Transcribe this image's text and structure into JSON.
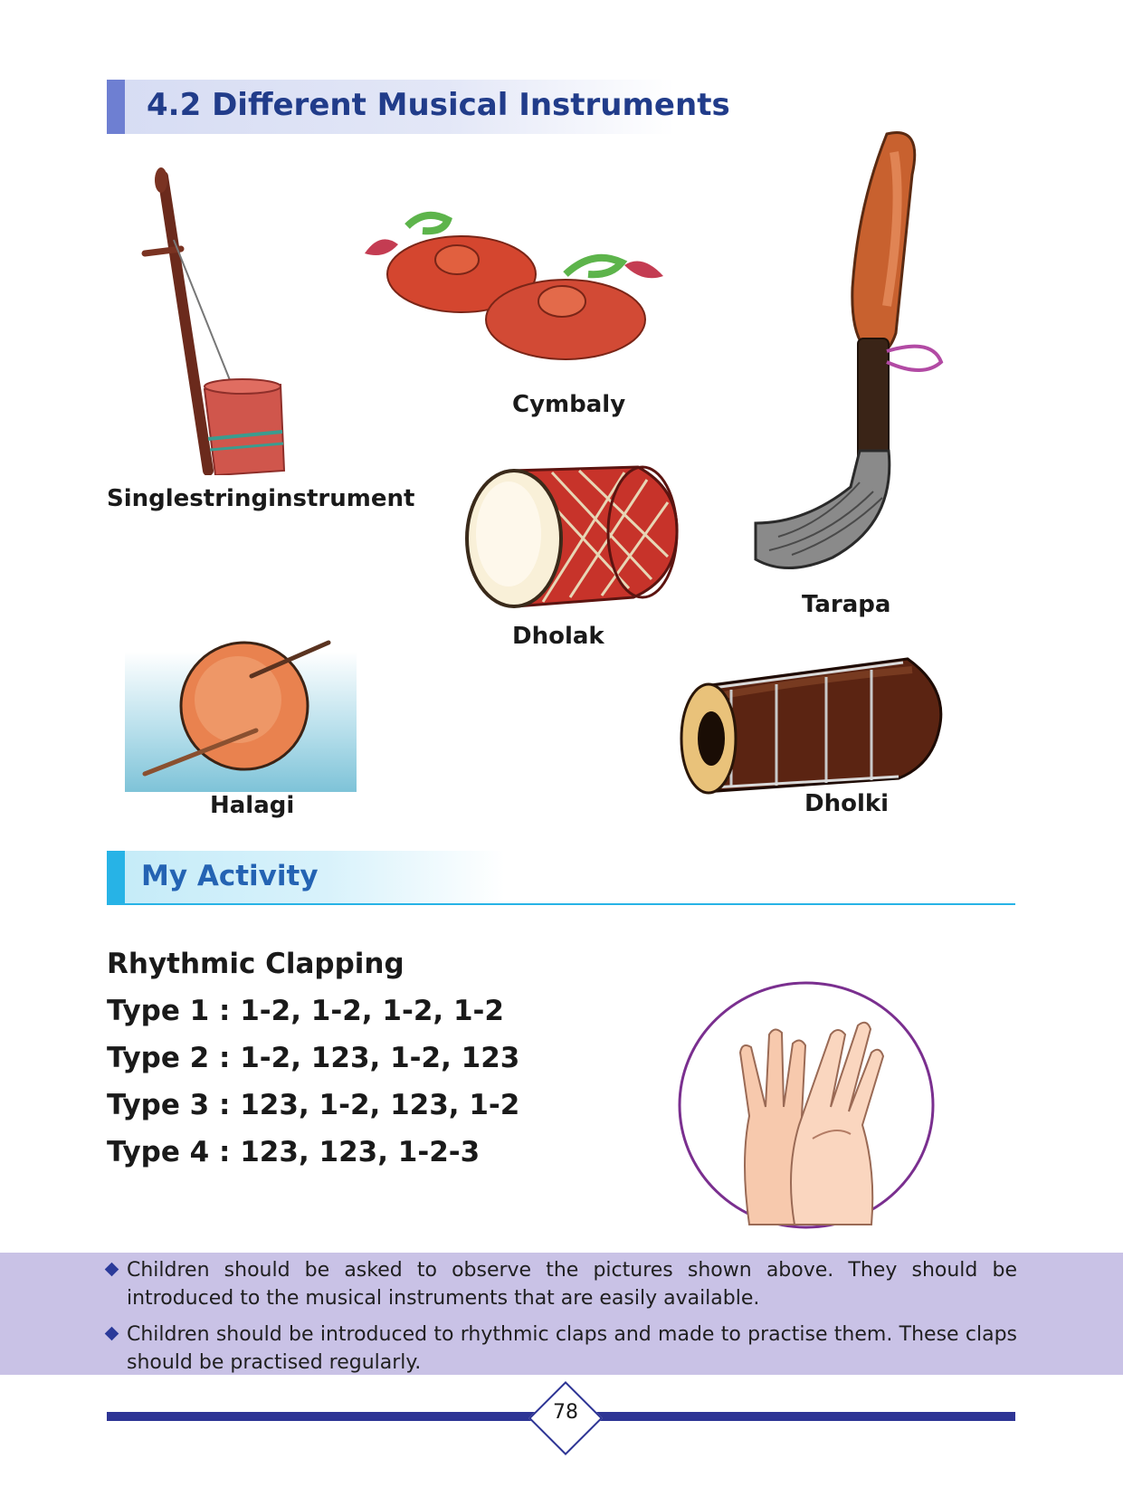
{
  "section": {
    "title": "4.2 Different Musical Instruments"
  },
  "instruments": {
    "single_string": "Singlestringinstrument",
    "cymbaly": "Cymbaly",
    "tarapa": "Tarapa",
    "dholak": "Dholak",
    "halagi": "Halagi",
    "dholki": "Dholki"
  },
  "activity": {
    "heading": "My Activity",
    "title": "Rhythmic Clapping",
    "types": [
      "Type 1 : 1-2, 1-2, 1-2, 1-2",
      "Type 2 : 1-2, 123, 1-2, 123",
      "Type 3 : 123, 1-2, 123, 1-2",
      "Type 4 : 123, 123, 1-2-3"
    ]
  },
  "notes": [
    "Children should be asked to observe the pictures shown above. They should be introduced to the musical instruments that are easily available.",
    "Children should be introduced to rhythmic claps and made to practise them. These claps should be practised regularly."
  ],
  "page": {
    "number": "78"
  },
  "colors": {
    "heading_blue": "#213c8a",
    "activity_cyan": "#27b3e6",
    "note_band": "#c9c2e6",
    "footer_bar": "#2e3595"
  },
  "icons": [
    "single-string-instrument-image",
    "cymbals-image",
    "tarapa-horn-image",
    "dholak-drum-image",
    "halagi-drum-image",
    "dholki-drum-image",
    "clapping-hands-image"
  ]
}
